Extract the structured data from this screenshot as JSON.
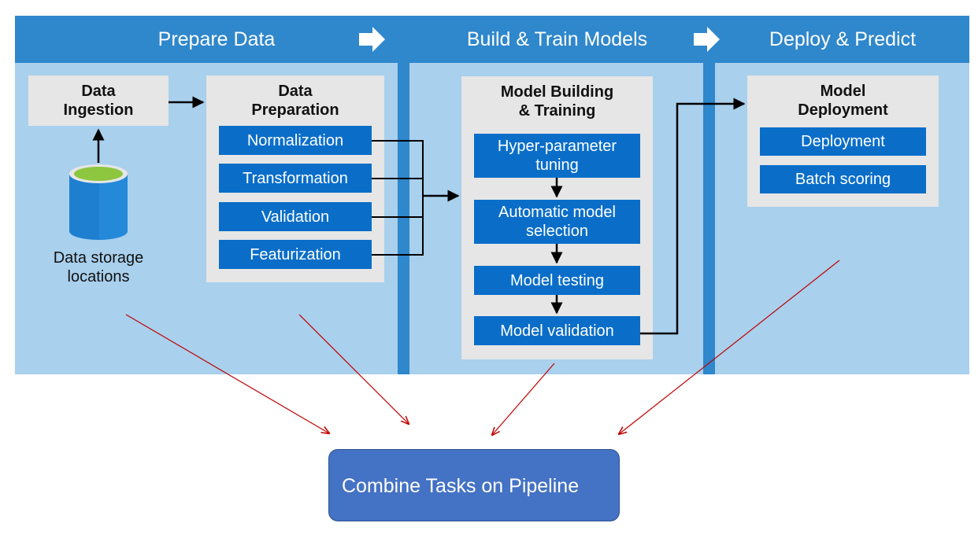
{
  "header": {
    "stages": [
      "Prepare Data",
      "Build & Train Models",
      "Deploy & Predict"
    ]
  },
  "prepare": {
    "ingestion_title": "Data\nIngestion",
    "storage_label": "Data storage\nlocations",
    "preparation_title": "Data\nPreparation",
    "preparation_tasks": [
      "Normalization",
      "Transformation",
      "Validation",
      "Featurization"
    ]
  },
  "build": {
    "title": "Model Building\n& Training",
    "tasks": [
      "Hyper-parameter\ntuning",
      "Automatic model\nselection",
      "Model testing",
      "Model validation"
    ]
  },
  "deploy": {
    "title": "Model\nDeployment",
    "tasks": [
      "Deployment",
      "Batch scoring"
    ]
  },
  "pipeline": {
    "label": "Combine Tasks on Pipeline"
  },
  "colors": {
    "header": "#2f87cc",
    "panel": "#a9d0ed",
    "card": "#e6e6e6",
    "task": "#0a6ec9",
    "pipeline": "#4472c4",
    "callout_arrow": "#c00000",
    "db_top": "#8dc63f"
  }
}
